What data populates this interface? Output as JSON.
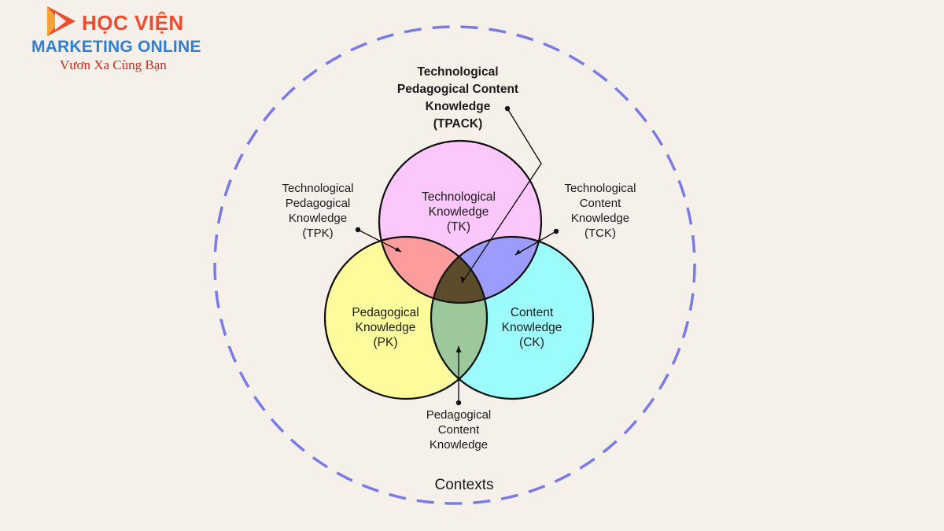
{
  "logo": {
    "top_text": "HỌC VIỆN",
    "middle_text": "MARKETING ONLINE",
    "tagline": "Vươn Xa Cùng Bạn",
    "colors": {
      "orange": "#ef4b2c",
      "blue": "#2f7fd6",
      "red": "#d8281a"
    }
  },
  "diagram": {
    "tpack": {
      "line1": "Technological",
      "line2": "Pedagogical Content",
      "line3": "Knowledge",
      "line4": "(TPACK)"
    },
    "tk": {
      "line1": "Technological",
      "line2": "Knowledge",
      "line3": "(TK)",
      "color": "#fcc8fc"
    },
    "pk": {
      "line1": "Pedagogical",
      "line2": "Knowledge",
      "line3": "(PK)",
      "color": "#fcfc9c"
    },
    "ck": {
      "line1": "Content",
      "line2": "Knowledge",
      "line3": "(CK)",
      "color": "#9cfcfc"
    },
    "tpk": {
      "line1": "Technological",
      "line2": "Pedagogical",
      "line3": "Knowledge",
      "line4": "(TPK)",
      "color": "#fc9c9c"
    },
    "tck": {
      "line1": "Technological",
      "line2": "Content",
      "line3": "Knowledge",
      "line4": "(TCK)",
      "color": "#9c9cfc"
    },
    "pck": {
      "line1": "Pedagogical",
      "line2": "Content",
      "line3": "Knowledge",
      "color": "#9cc89c"
    },
    "center_color": "#5c4c2c",
    "contexts": "Contexts",
    "contexts_color": "#7a7ae8"
  }
}
